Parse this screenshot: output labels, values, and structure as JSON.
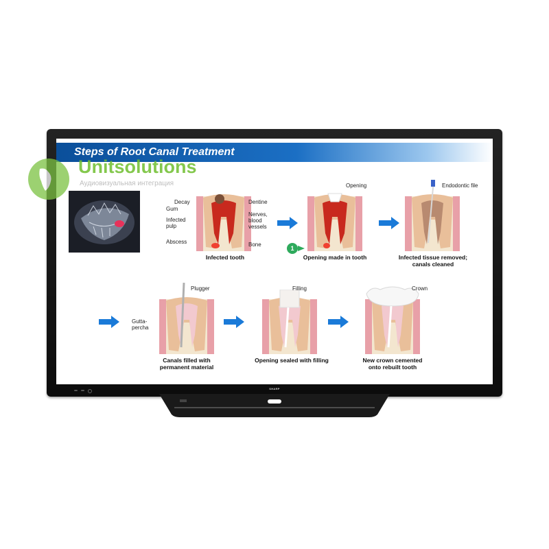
{
  "slide": {
    "title": "Steps of Root Canal Treatment"
  },
  "watermark": {
    "brand": "Unitsolutions",
    "tagline": "Аудиовизуальная интеграция"
  },
  "monitor": {
    "brand": "SHARP"
  },
  "steps": [
    {
      "caption": "Infected tooth",
      "labels": [
        "Decay",
        "Gum",
        "Infected\npulp",
        "Abscess",
        "Dentine",
        "Nerves,\nblood\nvessels",
        "Bone"
      ]
    },
    {
      "caption": "Opening made in tooth",
      "labels": [
        "Opening"
      ],
      "badge": "1"
    },
    {
      "caption": "Infected tissue removed;\ncanals cleaned",
      "labels": [
        "Endodontic file"
      ]
    },
    {
      "caption": "Canals filled with\npermanent material",
      "labels": [
        "Plugger",
        "Gutta-\npercha"
      ]
    },
    {
      "caption": "Opening sealed with filling",
      "labels": [
        "Filling"
      ]
    },
    {
      "caption": "New crown cemented\nonto rebuilt tooth",
      "labels": [
        "Crown"
      ]
    }
  ],
  "colors": {
    "header_blue": "#0b4f9a",
    "arrow_blue": "#1a7ad8",
    "gum_pink": "#e8a0a8",
    "dentine": "#e9bf9a",
    "pulp_red": "#c8291e",
    "bone": "#f3e6cf",
    "watermark_green": "#6fbf2f"
  }
}
